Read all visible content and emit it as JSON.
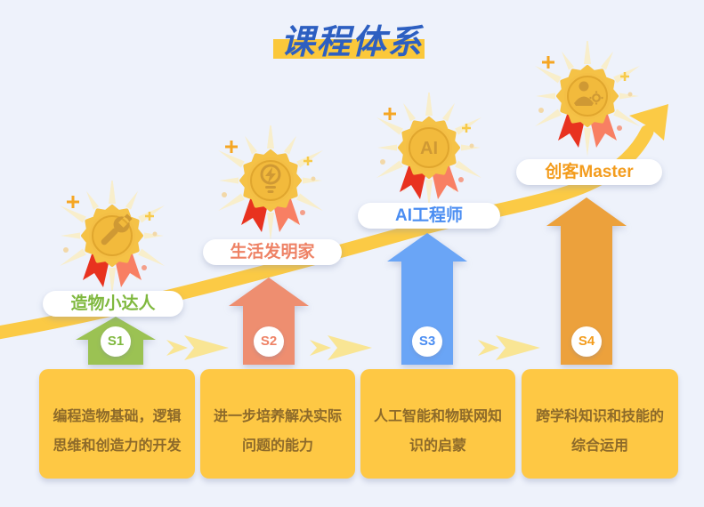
{
  "title": {
    "text": "课程体系"
  },
  "colors": {
    "background": "#eef2fb",
    "title_blue": "#2d5fc1",
    "title_highlight": "#fbc83a",
    "curve": "#fbca45",
    "chevron": "#f9e594",
    "card_bg": "#fec844",
    "card_text": "#8d6a2a",
    "medal_gold": "#f5c246",
    "ribbon_red": "#e8321f",
    "ribbon_salmon": "#f87f63"
  },
  "stages": [
    {
      "badge": "S1",
      "label": "造物小达人",
      "label_color": "#7fb83e",
      "arrow_color": "#9bc253",
      "medal_icon": "wrench-icon",
      "desc_line1": "编程造物基础，逻辑",
      "desc_line2": "思维和创造力的开发"
    },
    {
      "badge": "S2",
      "label": "生活发明家",
      "label_color": "#ee8265",
      "arrow_color": "#ee8e70",
      "medal_icon": "lightbulb-icon",
      "desc_line1": "进一步培养解决实际",
      "desc_line2": "问题的能力"
    },
    {
      "badge": "S3",
      "label": "AI工程师",
      "label_color": "#4a8df2",
      "arrow_color": "#6aa5f6",
      "medal_icon": "ai-letters-icon",
      "medal_text": "AI",
      "desc_line1": "人工智能和物联网知",
      "desc_line2": "识的启蒙"
    },
    {
      "badge": "S4",
      "label": "创客Master",
      "label_color": "#f39c1d",
      "arrow_color": "#eca13c",
      "medal_icon": "maker-person-icon",
      "desc_line1": "跨学科知识和技能的",
      "desc_line2": "综合运用"
    }
  ]
}
